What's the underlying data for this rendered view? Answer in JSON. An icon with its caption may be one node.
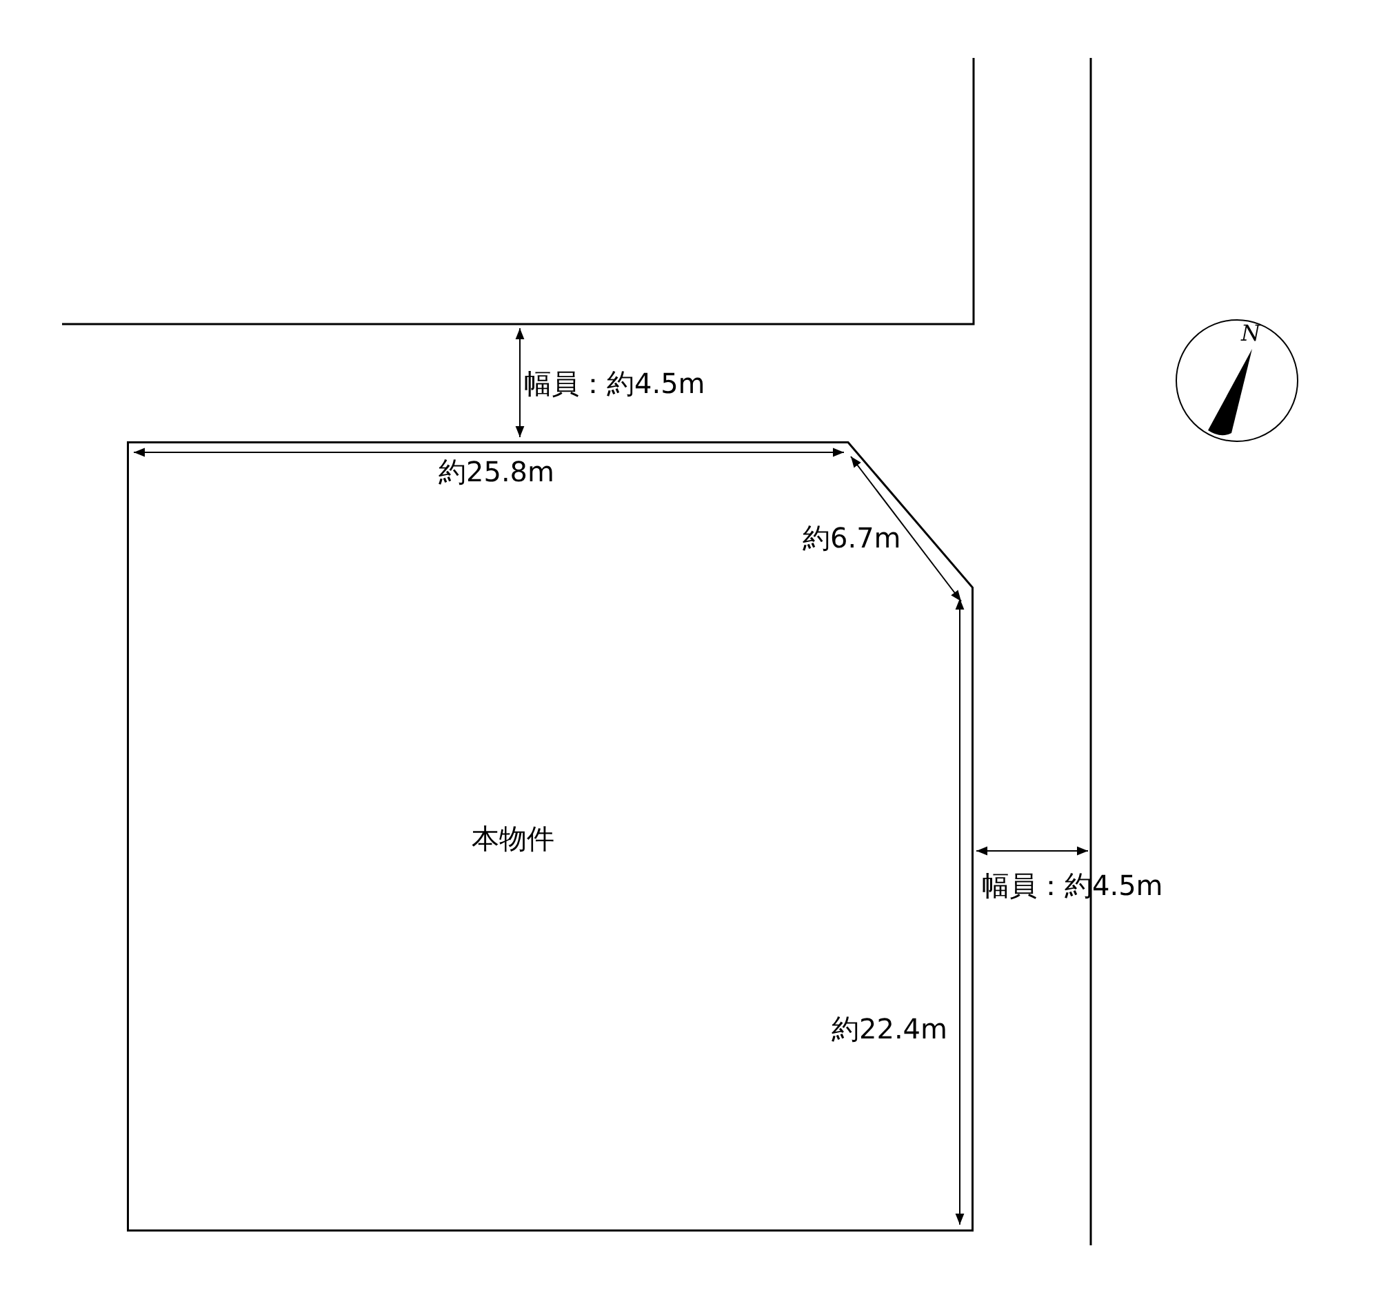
{
  "diagram": {
    "nodes": [
      {
        "text": [
          "本物件"
        ]
      }
    ],
    "labels": [
      "幅員：約4.5m",
      "約25.8m",
      "約6.7m",
      "N",
      "幅員：約4.5m",
      "約22.4m"
    ]
  }
}
